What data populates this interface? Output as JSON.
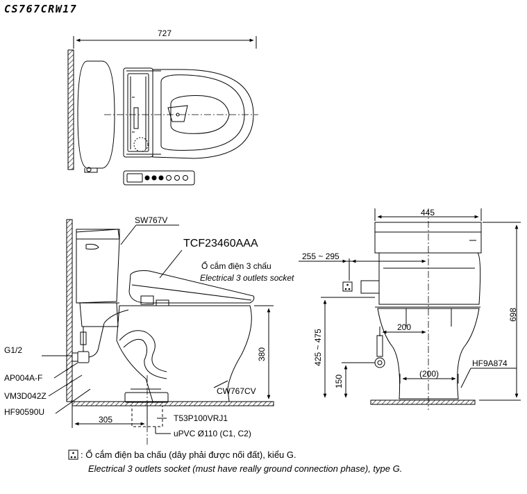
{
  "title": "CS767CRW17",
  "dimensions": {
    "top_width": "727",
    "side_depth": "305",
    "side_height": "380",
    "front_width": "445",
    "front_height": "698",
    "socket_offset": "255 ~ 295",
    "seat_height": "425 ~ 475",
    "base_width": "200",
    "base_width_ref": "(200)",
    "water_inlet_height": "150"
  },
  "labels": {
    "tank": "SW767V",
    "seat": "TCF23460AAA",
    "bowl": "CW767CV",
    "hose": "HF9A874",
    "inlet_thread": "G1/2",
    "stop_valve": "AP004A-F",
    "valve_part": "VM3D042Z",
    "flex_hose": "HF90590U",
    "flange": "T53P100VRJ1",
    "pipe": "uPVC Ø110 (C1, C2)"
  },
  "socket": {
    "vi": "Ổ cắm điện 3 chấu",
    "en": "Electrical 3 outlets socket"
  },
  "legend": {
    "vi": ": Ổ cắm điện ba chấu (dây phải được nối đất), kiểu G.",
    "en": "Electrical 3 outlets socket (must have really ground connection phase), type G."
  },
  "colors": {
    "line": "#000000",
    "background": "#ffffff"
  }
}
